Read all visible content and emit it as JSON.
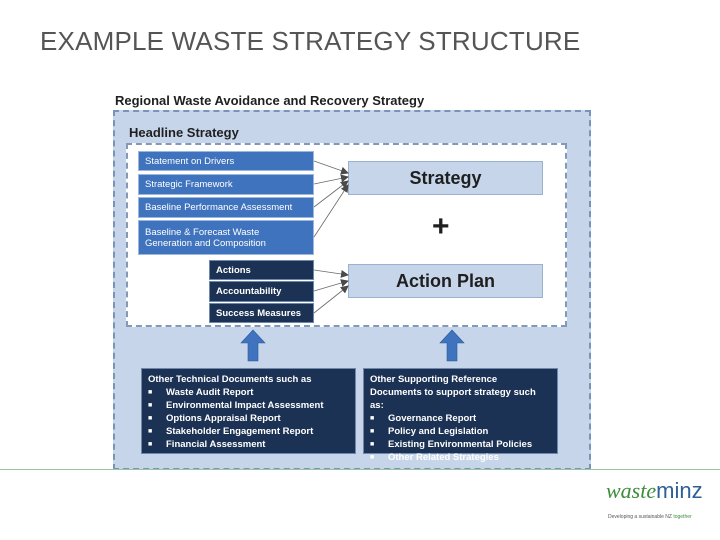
{
  "slide": {
    "title": "EXAMPLE WASTE STRATEGY STRUCTURE"
  },
  "diagram": {
    "outer_title": "Regional Waste Avoidance and Recovery Strategy",
    "headline_title": "Headline Strategy",
    "strategy_inputs": [
      "Statement on Drivers",
      "Strategic Framework",
      "Baseline Performance Assessment",
      "Baseline & Forecast Waste Generation and Composition"
    ],
    "action_inputs": [
      "Actions",
      "Accountability",
      "Success Measures"
    ],
    "strategy_label": "Strategy",
    "plus_symbol": "+",
    "action_plan_label": "Action Plan",
    "technical_docs": {
      "heading": "Other Technical Documents such as",
      "items": [
        "Waste Audit Report",
        "Environmental Impact Assessment",
        "Options Appraisal Report",
        "Stakeholder Engagement Report",
        "Financial Assessment"
      ]
    },
    "reference_docs": {
      "heading": "Other Supporting Reference Documents to support strategy such as:",
      "items": [
        "Governance Report",
        "Policy and Legislation",
        "Existing Environmental Policies",
        "Other Related Strategies"
      ]
    },
    "bullet_symbol": "■",
    "colors": {
      "light_blue": "#c6d5ea",
      "mid_blue": "#3f73bd",
      "navy": "#1c3254",
      "arrow_blue": "#3f73bd"
    }
  },
  "logo": {
    "brand_waste": "waste",
    "brand_minz": "minz",
    "tagline_prefix": "Developing a sustainable NZ ",
    "tagline_accent": "together"
  }
}
